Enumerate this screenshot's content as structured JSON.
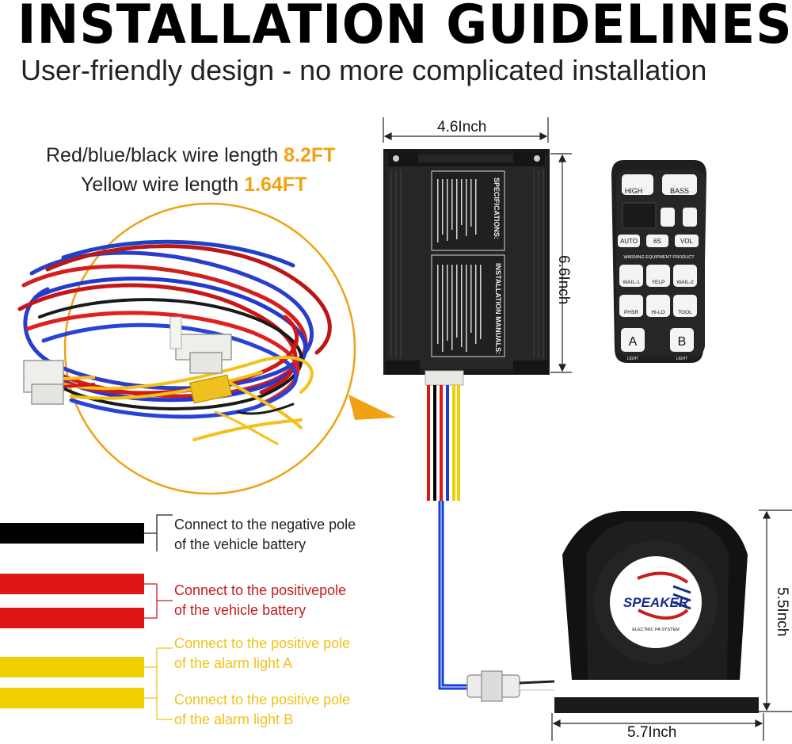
{
  "header": {
    "title": "INSTALLATION GUIDELINES",
    "subtitle": "User-friendly design - no more complicated installation"
  },
  "wire_lengths": {
    "line1_text": "Red/blue/black wire length ",
    "line1_value": "8.2FT",
    "line2_text": "Yellow wire length ",
    "line2_value": "1.64FT"
  },
  "dimensions": {
    "amp_width": "4.6Inch",
    "amp_height": "6.6Inch",
    "speaker_height": "5.5Inch",
    "speaker_width": "5.7Inch"
  },
  "amplifier_labels": {
    "specifications": "SPECIFICATIONS:",
    "installation": "INSTALLATION MANUALS:"
  },
  "remote": {
    "buttons": [
      "HIGH",
      "BASS",
      "AUTO",
      "6S",
      "VOL",
      "WAIL-1",
      "YELP",
      "WAIL-2",
      "PHSR",
      "HI-LO",
      "TOOL",
      "A",
      "B"
    ],
    "panel_label": "WARNING EQUIPMENT PRODUCT",
    "light_label": "LIGHT"
  },
  "speaker": {
    "brand": "SPEAKER",
    "subtext": "ELECTRIC PA SYSTEM"
  },
  "connections": [
    {
      "color": "black",
      "line1": "Connect to the negative pole",
      "line2": "of the vehicle battery"
    },
    {
      "color": "red",
      "line1": "Connect to the positivepole",
      "line2": "of the vehicle battery"
    },
    {
      "color": "yellow",
      "line1": "Connect to the positive pole",
      "line2": "of the alarm light A"
    },
    {
      "color": "yellow",
      "line1": "Connect to the positive pole",
      "line2": "of the alarm light B"
    }
  ],
  "colors": {
    "accent_orange": "#f0a214",
    "wire_red": "#e01515",
    "wire_black": "#000000",
    "wire_yellow": "#f2d000",
    "wire_blue": "#1a3fd6",
    "circle_outline": "#f0a214"
  }
}
